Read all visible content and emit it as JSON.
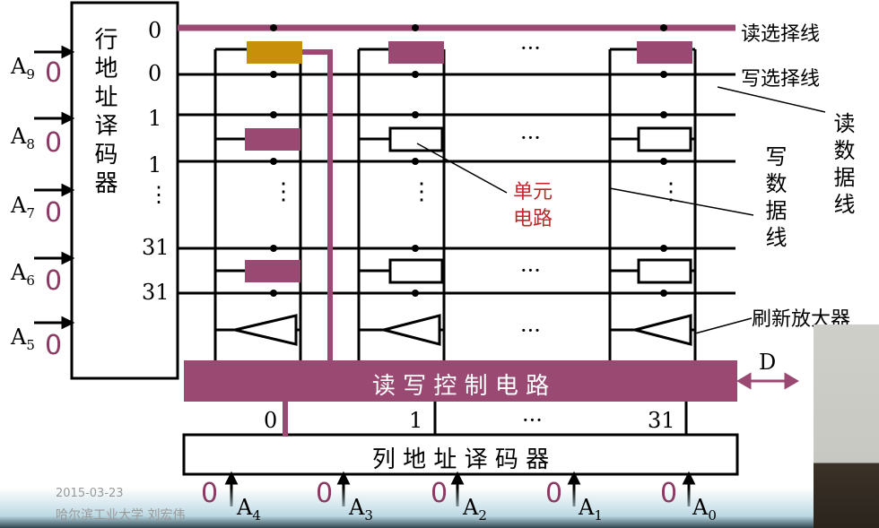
{
  "row_decoder": {
    "label": "行地址译码器",
    "outputs": [
      "0",
      "0",
      "1",
      "1",
      "⋮",
      "31",
      "31"
    ]
  },
  "row_address": [
    {
      "name": "A9",
      "value": "0"
    },
    {
      "name": "A8",
      "value": "0"
    },
    {
      "name": "A7",
      "value": "0"
    },
    {
      "name": "A6",
      "value": "0"
    },
    {
      "name": "A5",
      "value": "0"
    }
  ],
  "col_address": [
    {
      "name": "A4",
      "value": "0"
    },
    {
      "name": "A3",
      "value": "0"
    },
    {
      "name": "A2",
      "value": "0"
    },
    {
      "name": "A1",
      "value": "0"
    },
    {
      "name": "A0",
      "value": "0"
    }
  ],
  "labels": {
    "read_select": "读选择线",
    "write_select": "写选择线",
    "read_data": "读数据线",
    "write_data": "写数据线",
    "cell": "单元电路",
    "refresh": "刷新放大器",
    "data": "D",
    "dots": "···"
  },
  "rw_control": "读 写 控 制 电 路",
  "col_decoder": "列 地 址 译 码 器",
  "col_outputs": [
    "0",
    "1",
    "···",
    "31"
  ],
  "footer": {
    "date": "2015-03-23",
    "author": "哈尔滨工业大学 刘宏伟"
  },
  "colors": {
    "purple": "#9a4a72",
    "selected": "#c8900a",
    "red": "#c0282a"
  }
}
